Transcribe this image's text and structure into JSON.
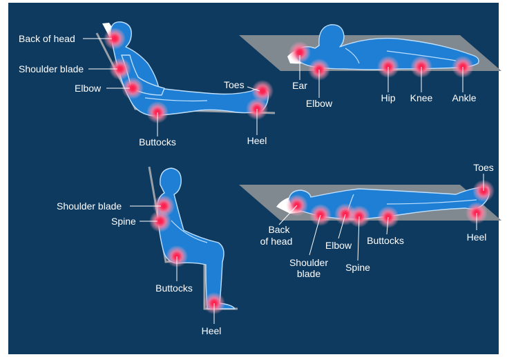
{
  "colors": {
    "background": "#0f3a5f",
    "body": "#1f7fd4",
    "outline": "#bfe0ff",
    "mattress": "#808890",
    "pressure_core": "#ff2a55",
    "pressure_halo": "#ffb3c8"
  },
  "reclining": {
    "back_of_head": "Back of head",
    "shoulder_blade": "Shoulder blade",
    "elbow": "Elbow",
    "buttocks": "Buttocks",
    "toes": "Toes",
    "heel": "Heel"
  },
  "side_lying": {
    "ear": "Ear",
    "elbow": "Elbow",
    "hip": "Hip",
    "knee": "Knee",
    "ankle": "Ankle"
  },
  "sitting": {
    "shoulder_blade": "Shoulder blade",
    "spine": "Spine",
    "buttocks": "Buttocks",
    "heel": "Heel"
  },
  "supine": {
    "toes": "Toes",
    "back_of_head_1": "Back",
    "back_of_head_2": "of head",
    "shoulder_blade_1": "Shoulder",
    "shoulder_blade_2": "blade",
    "elbow": "Elbow",
    "spine": "Spine",
    "buttocks": "Buttocks",
    "heel": "Heel"
  }
}
